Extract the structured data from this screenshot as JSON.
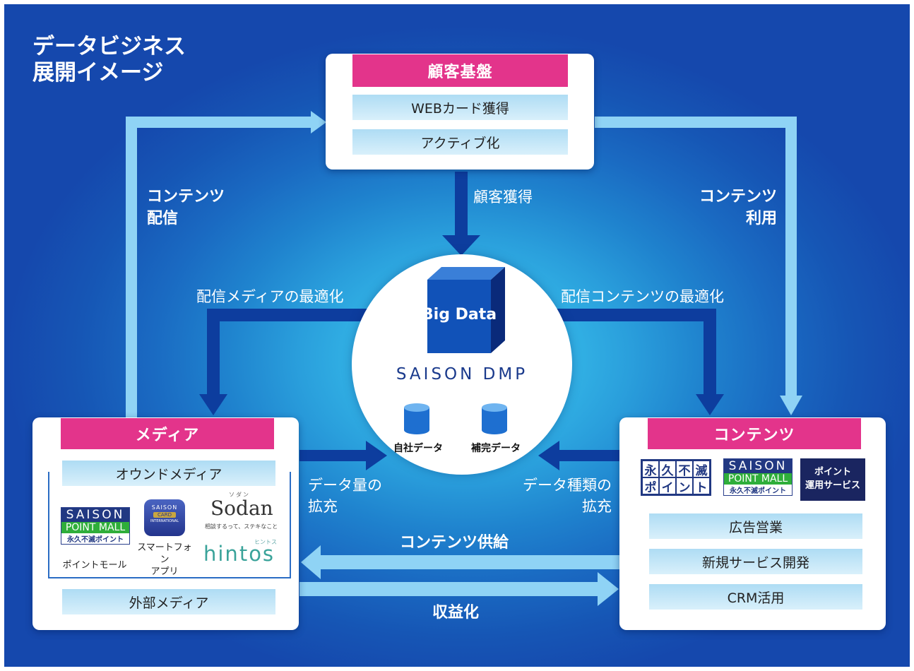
{
  "title": {
    "line1": "データビジネス",
    "line2": "展開イメージ"
  },
  "top_box": {
    "header": "顧客基盤",
    "items": [
      "WEBカード獲得",
      "アクティブ化"
    ]
  },
  "center": {
    "cube_label": "Big Data",
    "dmp_label": "SAISON DMP",
    "db_left": "自社データ",
    "db_right": "補完データ"
  },
  "left_box": {
    "header": "メディア",
    "owned": "オウンドメディア",
    "external": "外部メディア",
    "logos": {
      "point_mall_caption": "ポイントモール",
      "app_caption_line1": "スマートフォン",
      "app_caption_line2": "アプリ",
      "sodan": "Sodan",
      "sodan_ruby": "ソダン",
      "sodan_tagline": "相談するって、ステキなこと",
      "hintos": "hintos",
      "hintos_ruby": "ヒントス",
      "app_icon_line1": "SAISON",
      "app_icon_line2": "CARD",
      "app_icon_line3": "INTERNATIONAL"
    }
  },
  "right_box": {
    "header": "コンテンツ",
    "items": [
      "広告営業",
      "新規サービス開発",
      "CRM活用"
    ],
    "logos": {
      "eternal_chars": [
        "永",
        "久",
        "不",
        "滅",
        "ポ",
        "イ",
        "ン",
        "ト"
      ],
      "point_service_line1": "ポイント",
      "point_service_line2": "運用サービス"
    }
  },
  "point_mall_logo": {
    "top": "SAISON",
    "mid": "POINT MALL",
    "bottom": "永久不滅ポイント"
  },
  "labels": {
    "content_delivery_1": "コンテンツ",
    "content_delivery_2": "配信",
    "content_use_1": "コンテンツ",
    "content_use_2": "利用",
    "customer_acquisition": "顧客獲得",
    "media_optimization": "配信メディアの最適化",
    "content_optimization": "配信コンテンツの最適化",
    "data_volume_1": "データ量の",
    "data_volume_2": "拡充",
    "data_type_1": "データ種類の",
    "data_type_2": "拡充",
    "content_supply": "コンテンツ供給",
    "monetization": "収益化"
  },
  "colors": {
    "pink": "#e3348b",
    "navy_arrow": "#0d3d9e",
    "light_arrow": "#8fd3f5",
    "brand_navy": "#213882",
    "brand_green": "#2fae3a"
  }
}
